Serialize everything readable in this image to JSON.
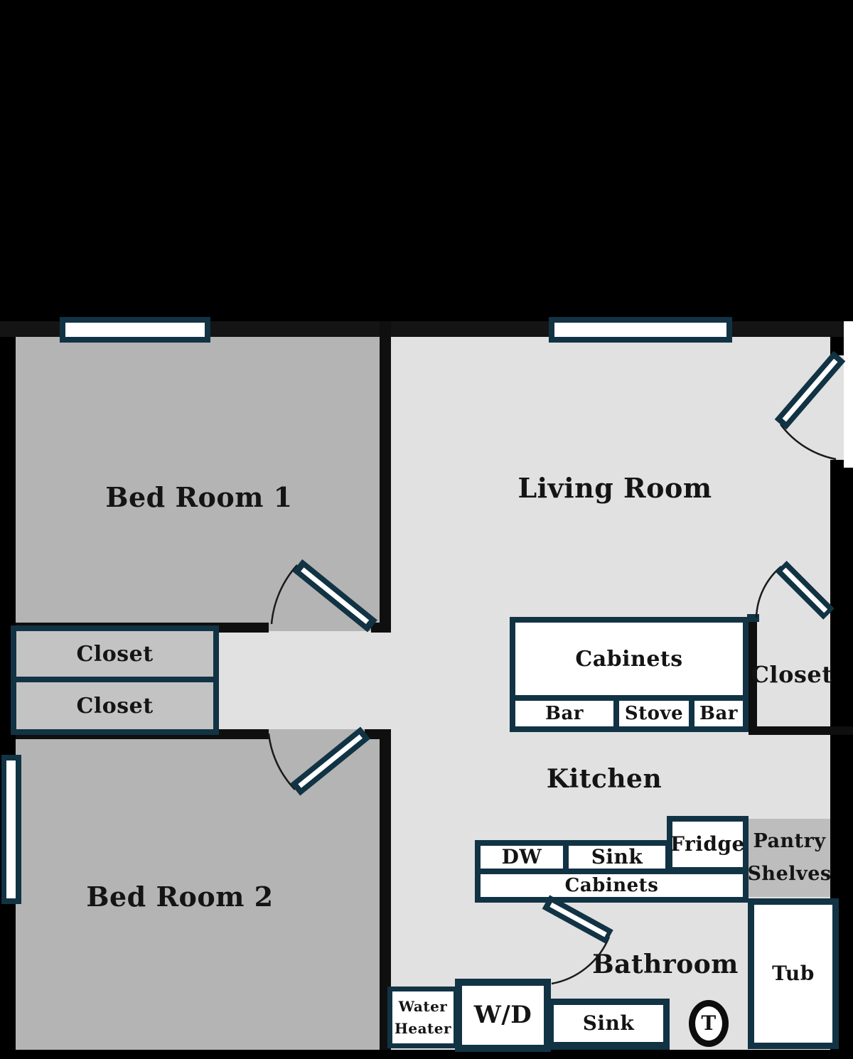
{
  "plan": {
    "rooms": {
      "bedroom1": "Bed Room 1",
      "living": "Living Room",
      "bedroom2": "Bed Room 2",
      "kitchen": "Kitchen",
      "bathroom": "Bathroom"
    },
    "closets": {
      "hall_top": "Closet",
      "hall_bottom": "Closet",
      "entry": "Closet"
    },
    "kitchen_upper": {
      "cabinets": "Cabinets",
      "bar_left": "Bar",
      "stove": "Stove",
      "bar_right": "Bar"
    },
    "kitchen_lower": {
      "dishwasher": "DW",
      "sink": "Sink",
      "fridge": "Fridge",
      "cabinets": "Cabinets",
      "pantry_line1": "Pantry",
      "pantry_line2": "Shelves"
    },
    "bathroom_items": {
      "tub": "Tub",
      "sink": "Sink",
      "toilet": "T"
    },
    "utility": {
      "water_heater_line1": "Water",
      "water_heater_line2": "Heater",
      "washer_dryer": "W/D"
    },
    "colors": {
      "wall_black": "#0f0f0f",
      "door_navy": "#113344",
      "room_gray": "#b4b4b4",
      "closet_gray": "#c3c3c3",
      "pantry_gray": "#bdbdbd",
      "floor_light": "#e1e1e1",
      "fixture_white": "#ffffff"
    }
  }
}
